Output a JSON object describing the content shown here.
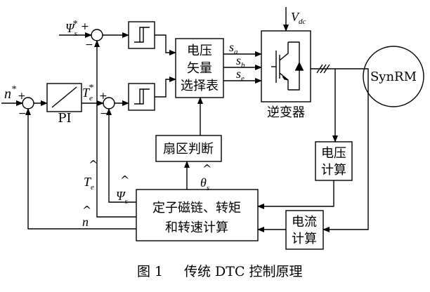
{
  "blocks": {
    "pi": "PI",
    "selector": [
      "电压",
      "矢量",
      "选择表"
    ],
    "sector": "扇区判断",
    "inverter": "逆变器",
    "motor": "SynRM",
    "voltage_calc": [
      "电压",
      "计算"
    ],
    "current_calc": [
      "电流",
      "计算"
    ],
    "estimator": [
      "定子磁链、转矩",
      "和转速计算"
    ]
  },
  "signals": {
    "psi_ref": "Ψ",
    "psi_ref_sub": "s",
    "psi_ref_sup": "*",
    "n_ref": "n",
    "n_ref_sup": "*",
    "te_ref": "T",
    "te_ref_sub": "e",
    "te_ref_sup": "*",
    "sa": "s",
    "sa_sub": "a",
    "sb": "s",
    "sb_sub": "b",
    "sc": "s",
    "sc_sub": "e",
    "vdc": "V",
    "vdc_sub": "dc",
    "te_est": "T",
    "te_est_sub": "e",
    "psi_est": "Ψ",
    "psi_est_sub": "s",
    "theta_est": "θ",
    "theta_est_sub": "s",
    "n_est": "n",
    "hat": "^",
    "minus": "−",
    "plus": "+"
  },
  "caption": {
    "figure": "图 1",
    "title": "传统 DTC 控制原理"
  }
}
